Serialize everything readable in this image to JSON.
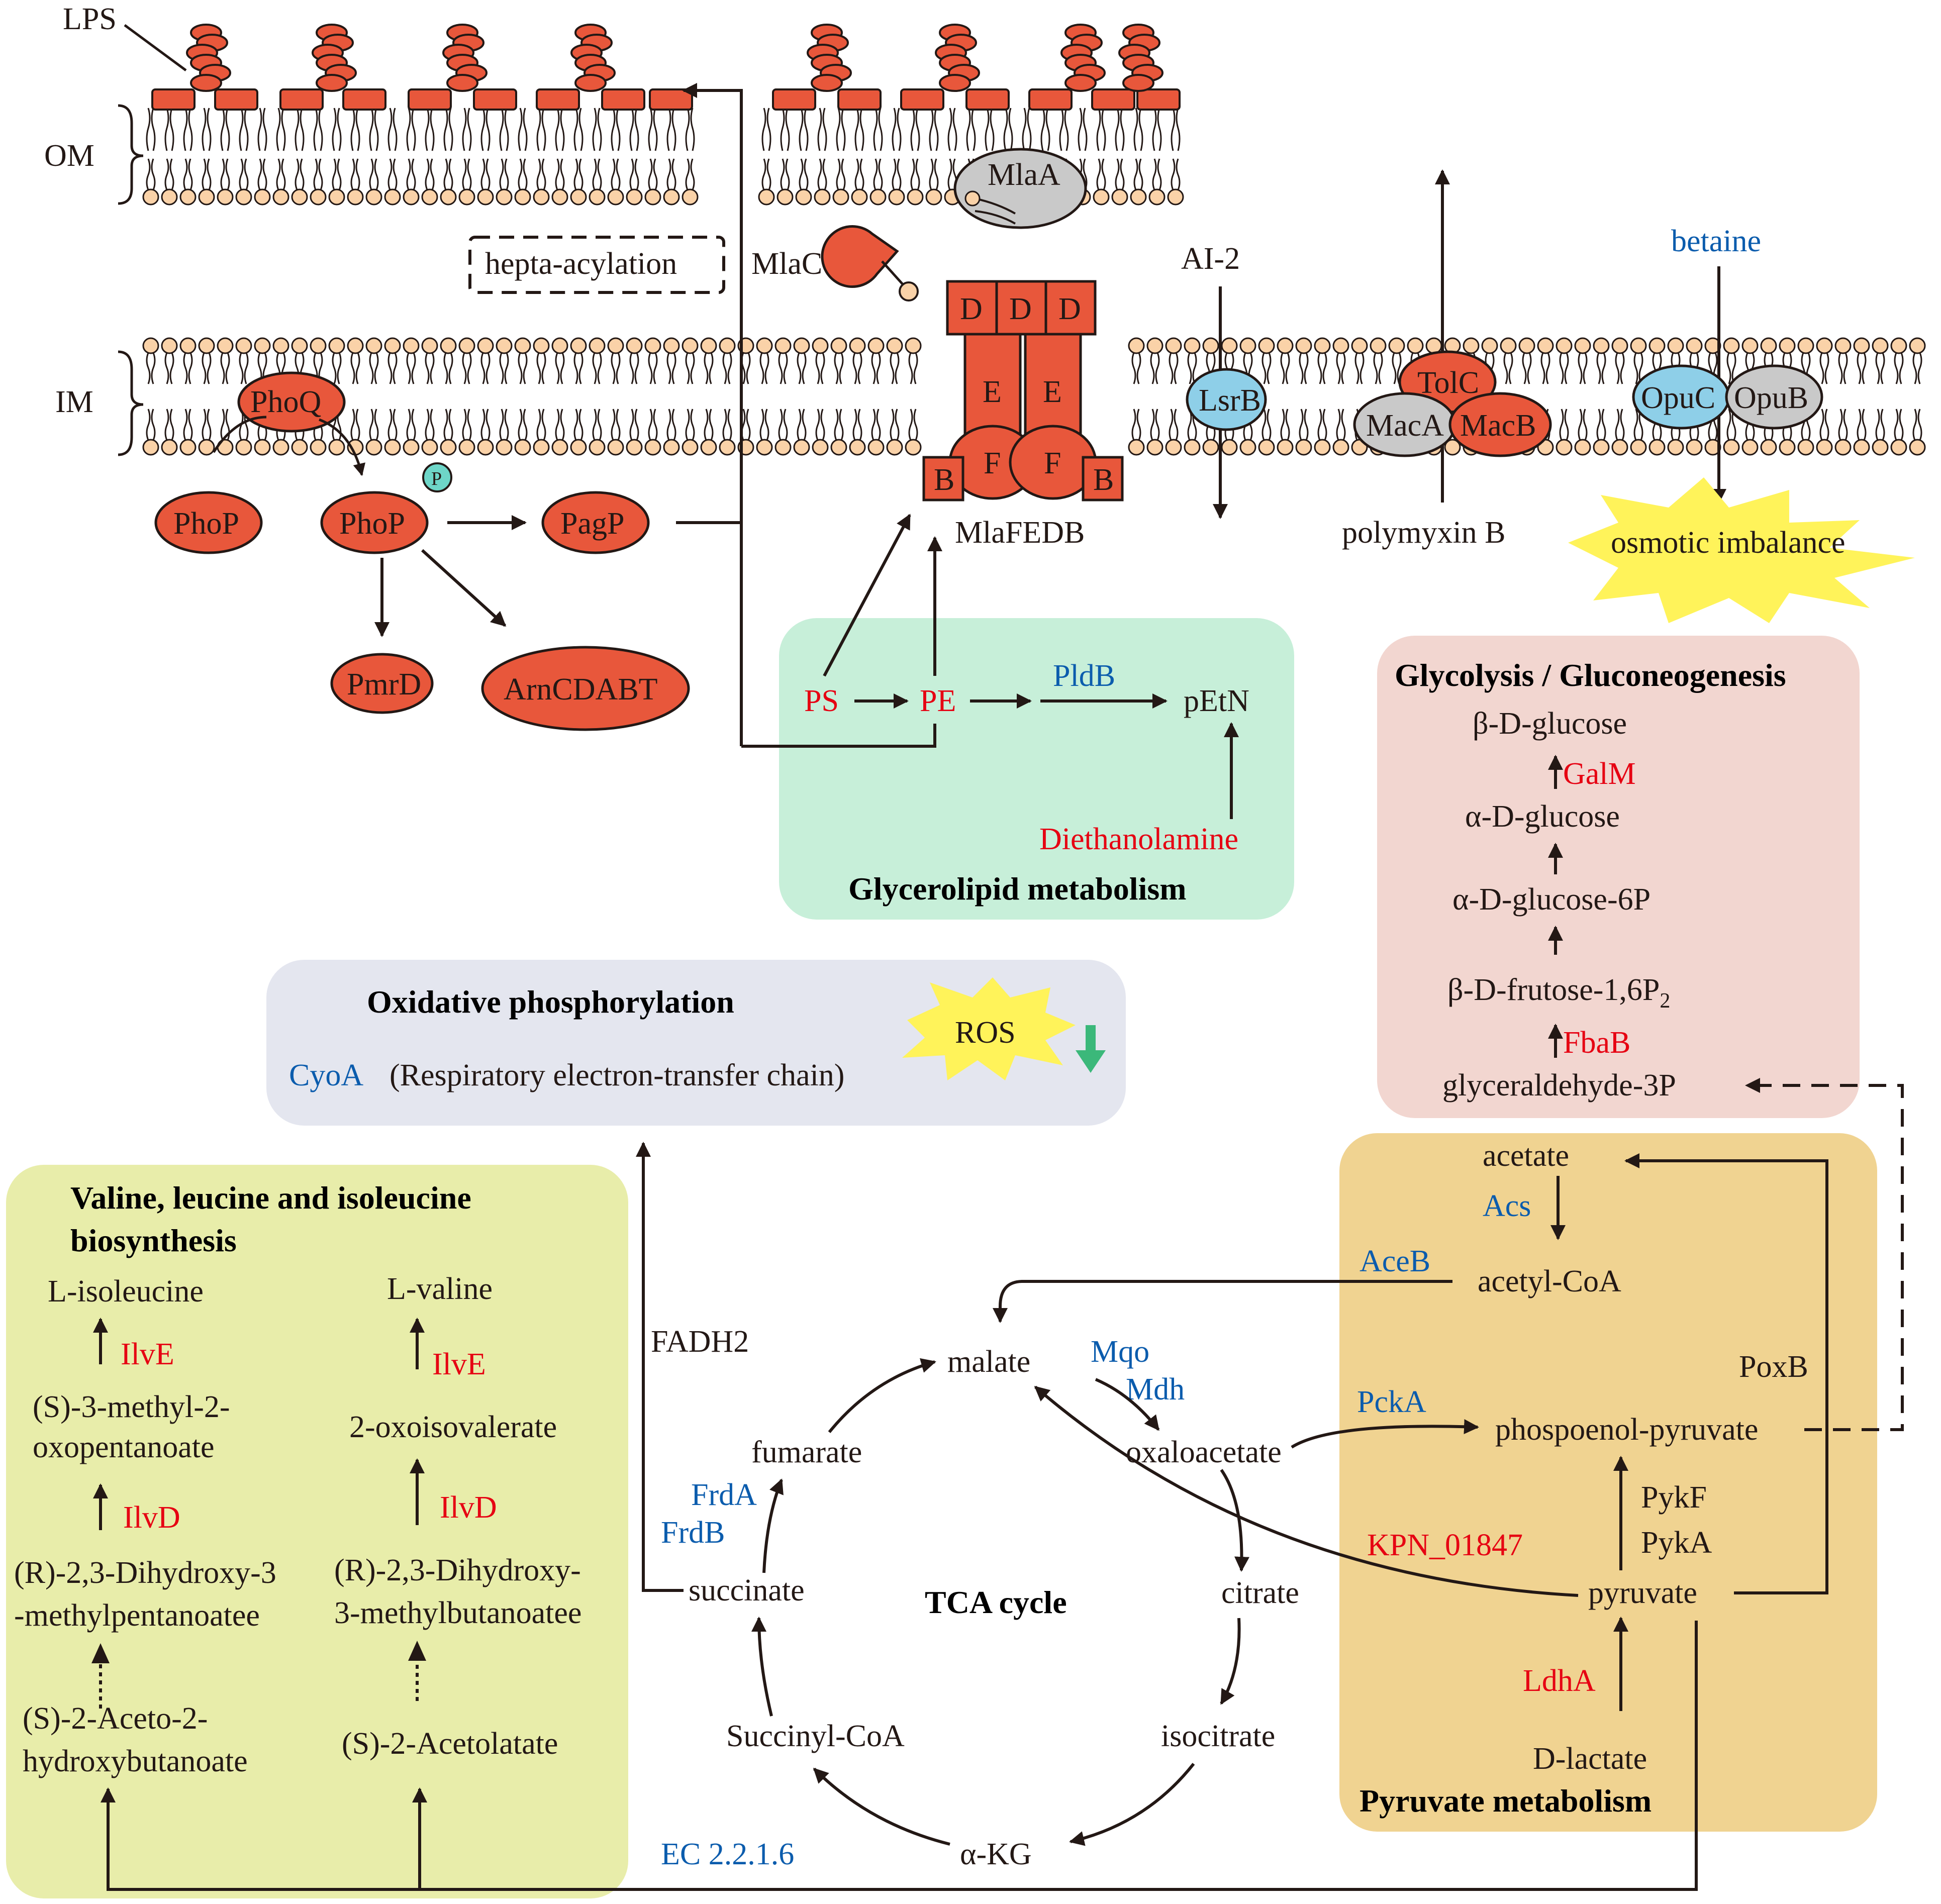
{
  "colors": {
    "protein_red": "#e8573b",
    "protein_grey": "#c9c9c9",
    "protein_blue": "#8ecfe8",
    "phosphate_teal": "#6ed6c8",
    "lipid_head": "#fad2a8",
    "text_red": "#e60012",
    "text_blue": "#0b5cad",
    "box_glycerolipid": "#c7efd9",
    "box_oxphos": "#e4e6ef",
    "box_glycolysis": "#f2d6d0",
    "box_pyruvate": "#f0d391",
    "box_valine": "#e8edaa",
    "burst_yellow": "#fff35a",
    "arrow_green": "#3bb87a"
  },
  "membrane": {
    "lps": "LPS",
    "om": "OM",
    "im": "IM",
    "hepta": "hepta-acylation"
  },
  "proteins": {
    "mlaa": "MlaA",
    "mlac": "MlaC",
    "phoq": "PhoQ",
    "phop1": "PhoP",
    "phop2": "PhoP",
    "p": "P",
    "pagp": "PagP",
    "pmrd": "PmrD",
    "arn": "ArnCDABT",
    "mla_d": "D",
    "mla_e": "E",
    "mla_f": "F",
    "mla_b": "B",
    "mlafedb": "MlaFEDB",
    "lsrb": "LsrB",
    "tolc": "TolC",
    "maca": "MacA",
    "macb": "MacB",
    "opuc": "OpuC",
    "opub": "OpuB"
  },
  "signals": {
    "ai2": "AI-2",
    "betaine": "betaine",
    "polymyxin": "polymyxin B",
    "osmotic": "osmotic imbalance",
    "ros": "ROS"
  },
  "glycerolipid": {
    "title": "Glycerolipid metabolism",
    "ps": "PS",
    "pe": "PE",
    "pldb": "PldB",
    "petn": "pEtN",
    "diethanolamine": "Diethanolamine"
  },
  "oxphos": {
    "title": "Oxidative phosphorylation",
    "cyoa": "CyoA",
    "chain": "(Respiratory electron-transfer chain)"
  },
  "glycolysis": {
    "title": "Glycolysis / Gluconeogenesis",
    "b_glucose": "β-D-glucose",
    "galm": "GalM",
    "a_glucose": "α-D-glucose",
    "a_glucose6p": "α-D-glucose-6P",
    "frutose_main": "β-D-frutose-1,6P",
    "frutose_sub": "2",
    "fbab": "FbaB",
    "g3p": "glyceraldehyde-3P"
  },
  "pyruvate": {
    "title": "Pyruvate metabolism",
    "acetate": "acetate",
    "acs": "Acs",
    "aceb": "AceB",
    "acetylcoa": "acetyl-CoA",
    "poxb": "PoxB",
    "pcka": "PckA",
    "pep": "phospoenol-pyruvate",
    "pykf": "PykF",
    "pyka": "PykA",
    "kpn": "KPN_01847",
    "pyruvate": "pyruvate",
    "ldha": "LdhA",
    "dlactate": "D-lactate"
  },
  "tca": {
    "title": "TCA cycle",
    "malate": "malate",
    "mqo": "Mqo",
    "mdh": "Mdh",
    "oxaloacetate": "oxaloacetate",
    "citrate": "citrate",
    "isocitrate": "isocitrate",
    "akg": "α-KG",
    "succinylcoa": "Succinyl-CoA",
    "succinate": "succinate",
    "fumarate": "fumarate",
    "frda": "FrdA",
    "frdb": "FrdB",
    "fadh2": "FADH2",
    "ec": "EC 2.2.1.6"
  },
  "valine": {
    "title1": "Valine, leucine and isoleucine",
    "title2": "biosynthesis",
    "l_isoleucine": "L-isoleucine",
    "ilve1": "IlvE",
    "s3m_1": "(S)-3-methyl-2-",
    "s3m_2": "oxopentanoate",
    "ilvd1": "IlvD",
    "r23_1a": "(R)-2,3-Dihydroxy-3",
    "r23_1b": "-methylpentanoatee",
    "s2a_1": "(S)-2-Aceto-2-",
    "s2a_2": "hydroxybutanoate",
    "l_valine": "L-valine",
    "ilve2": "IlvE",
    "oxoiso": "2-oxoisovalerate",
    "ilvd2": "IlvD",
    "r23_2a": "(R)-2,3-Dihydroxy-",
    "r23_2b": "3-methylbutanoatee",
    "s2acet": "(S)-2-Acetolatate"
  }
}
